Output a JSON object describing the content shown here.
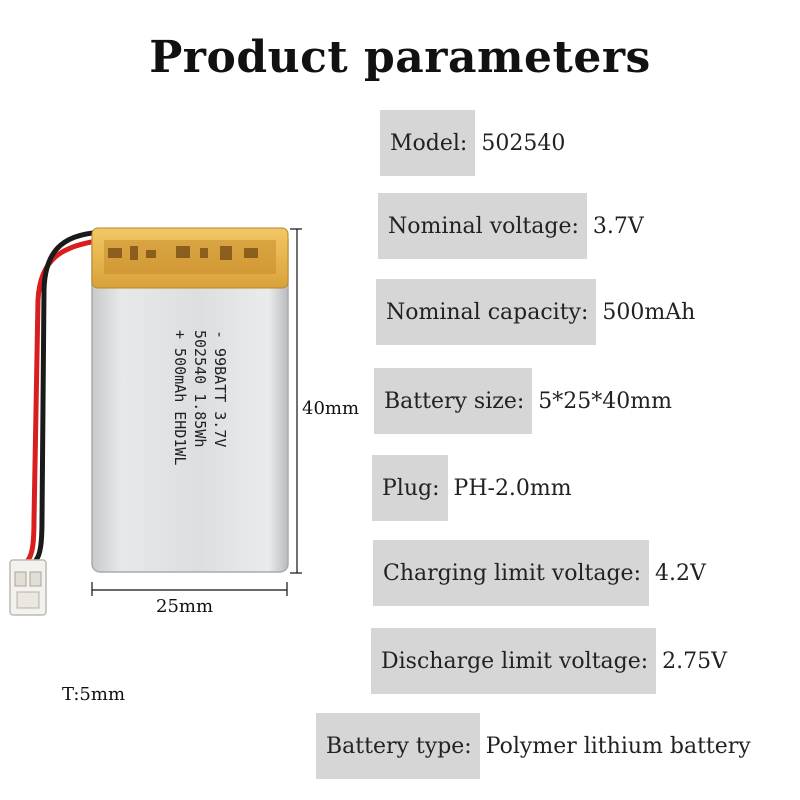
{
  "title": "Product parameters",
  "parameters": [
    {
      "label": "Model:",
      "value": "502540"
    },
    {
      "label": "Nominal voltage:",
      "value": "3.7V"
    },
    {
      "label": "Nominal capacity:",
      "value": "500mAh"
    },
    {
      "label": "Battery size:",
      "value": "5*25*40mm"
    },
    {
      "label": "Plug:",
      "value": "PH-2.0mm"
    },
    {
      "label": "Charging limit voltage:",
      "value": "4.2V"
    },
    {
      "label": "Discharge limit voltage:",
      "value": "2.75V"
    },
    {
      "label": "Battery type:",
      "value": "Polymer lithium battery"
    }
  ],
  "dimensions": {
    "height": "40mm",
    "width": "25mm",
    "thickness": "T:5mm"
  },
  "battery_label": {
    "line1": "- 99BATT 3.7V",
    "line2": "502540 1.85Wh",
    "line3": "+ 500mAh EHD1WL"
  },
  "colors": {
    "label_bg": "#d6d6d6",
    "cell_silver": "#d9dbdd",
    "tape_yellow": "#e8b64a",
    "wire_red": "#d81e1e",
    "wire_black": "#1a1a1a"
  }
}
